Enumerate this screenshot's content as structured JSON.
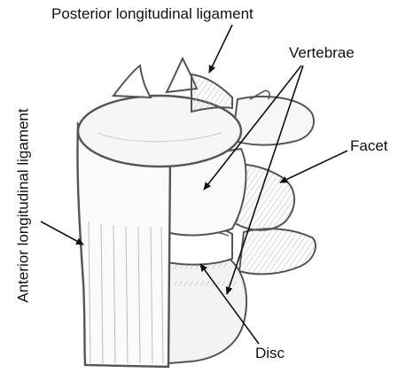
{
  "labels": {
    "posterior_longitudinal_ligament": "Posterior longitudinal ligament",
    "vertebrae": "Vertebrae",
    "facet": "Facet",
    "anterior_longitudinal_ligament": "Anterior longitudinal ligament",
    "disc": "Disc"
  },
  "colors": {
    "outline": "#555555",
    "shade": "#9a9a9a",
    "text": "#111111",
    "arrow": "#111111"
  }
}
